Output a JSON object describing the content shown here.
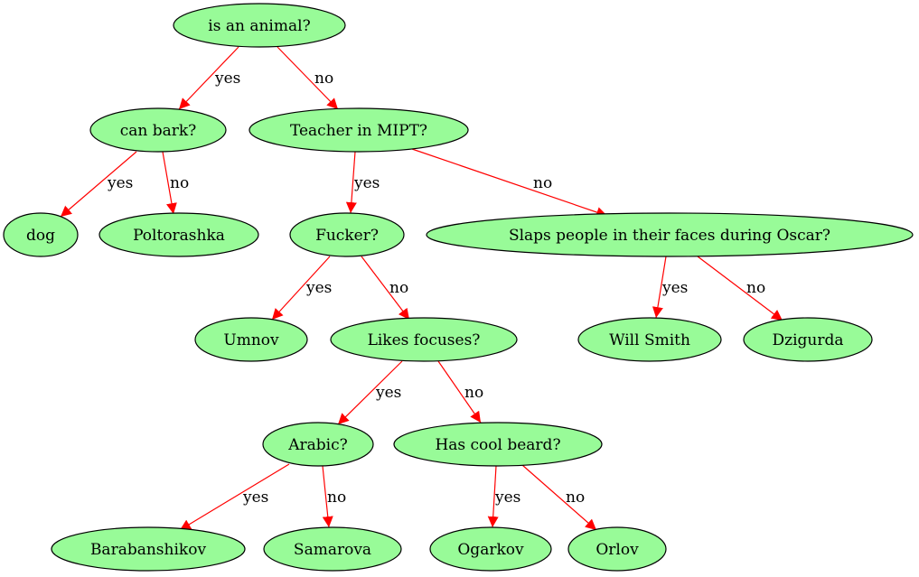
{
  "colors": {
    "node_fill": "#98fb98",
    "node_stroke": "#000000",
    "edge": "#ff0000",
    "background": "#ffffff"
  },
  "nodes": [
    {
      "id": "animal",
      "label": "is an animal?"
    },
    {
      "id": "bark",
      "label": "can bark?"
    },
    {
      "id": "mipt",
      "label": "Teacher in MIPT?"
    },
    {
      "id": "dog",
      "label": "dog"
    },
    {
      "id": "poltorashka",
      "label": "Poltorashka"
    },
    {
      "id": "fucker",
      "label": "Fucker?"
    },
    {
      "id": "slaps",
      "label": "Slaps people in their faces during Oscar?"
    },
    {
      "id": "umnov",
      "label": "Umnov"
    },
    {
      "id": "focuses",
      "label": "Likes focuses?"
    },
    {
      "id": "willsmith",
      "label": "Will Smith"
    },
    {
      "id": "dzigurda",
      "label": "Dzigurda"
    },
    {
      "id": "arabic",
      "label": "Arabic?"
    },
    {
      "id": "beard",
      "label": "Has cool beard?"
    },
    {
      "id": "barabanshikov",
      "label": "Barabanshikov"
    },
    {
      "id": "samarova",
      "label": "Samarova"
    },
    {
      "id": "ogarkov",
      "label": "Ogarkov"
    },
    {
      "id": "orlov",
      "label": "Orlov"
    }
  ],
  "edges": [
    {
      "from": "animal",
      "to": "bark",
      "label": "yes"
    },
    {
      "from": "animal",
      "to": "mipt",
      "label": "no"
    },
    {
      "from": "bark",
      "to": "dog",
      "label": "yes"
    },
    {
      "from": "bark",
      "to": "poltorashka",
      "label": "no"
    },
    {
      "from": "mipt",
      "to": "fucker",
      "label": "yes"
    },
    {
      "from": "mipt",
      "to": "slaps",
      "label": "no"
    },
    {
      "from": "fucker",
      "to": "umnov",
      "label": "yes"
    },
    {
      "from": "fucker",
      "to": "focuses",
      "label": "no"
    },
    {
      "from": "slaps",
      "to": "willsmith",
      "label": "yes"
    },
    {
      "from": "slaps",
      "to": "dzigurda",
      "label": "no"
    },
    {
      "from": "focuses",
      "to": "arabic",
      "label": "yes"
    },
    {
      "from": "focuses",
      "to": "beard",
      "label": "no"
    },
    {
      "from": "arabic",
      "to": "barabanshikov",
      "label": "yes"
    },
    {
      "from": "arabic",
      "to": "samarova",
      "label": "no"
    },
    {
      "from": "beard",
      "to": "ogarkov",
      "label": "yes"
    },
    {
      "from": "beard",
      "to": "orlov",
      "label": "no"
    }
  ]
}
